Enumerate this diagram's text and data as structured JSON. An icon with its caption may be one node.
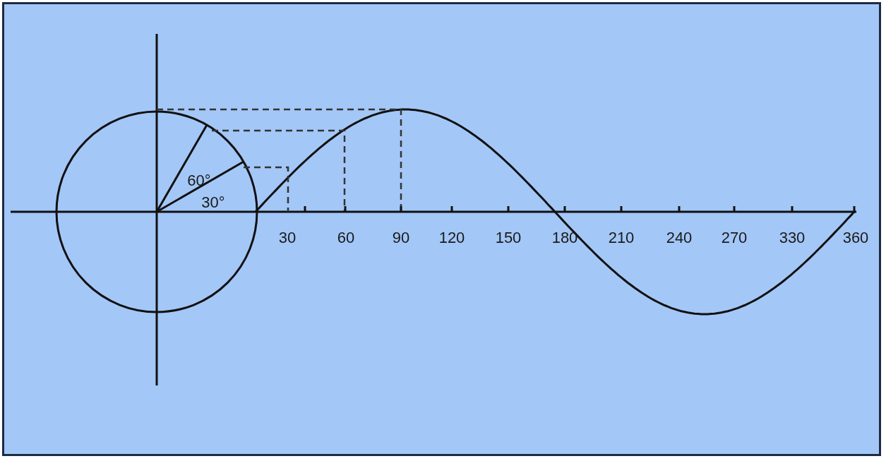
{
  "diagram": {
    "labels": [
      "60°",
      "30°",
      "30",
      "60",
      "90",
      "120",
      "150",
      "180",
      "210",
      "240",
      "270",
      "330",
      "360"
    ]
  }
}
